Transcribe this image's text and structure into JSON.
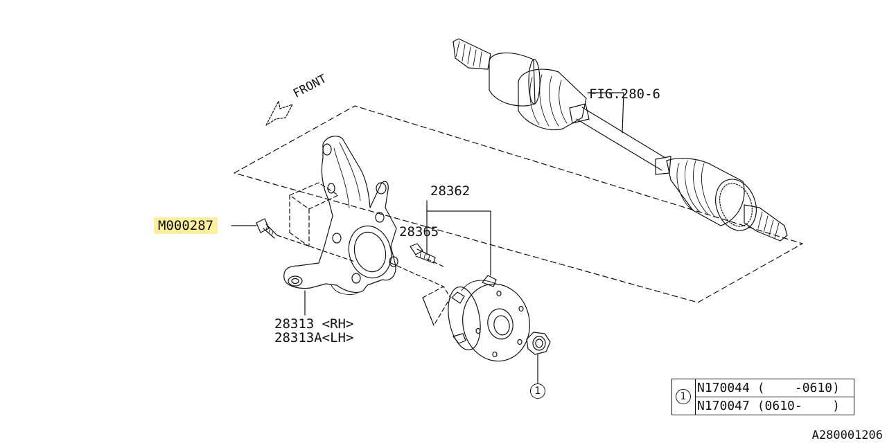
{
  "front_indicator": "FRONT",
  "labels": {
    "fig_ref": "FIG.280-6",
    "hub_assembly": "28362",
    "hub_bolt": "28365",
    "knuckle_rh": "28313 <RH>",
    "knuckle_lh": "28313A<LH>",
    "bolt_ref": "M000287",
    "nut_callout": "1"
  },
  "legend": {
    "key": "1",
    "rows": [
      "N170044 (    -0610)",
      "N170047 (0610-    )"
    ]
  },
  "diagram_code": "A280001206",
  "colors": {
    "line": "#111111",
    "highlight": "#fcf0a0"
  }
}
